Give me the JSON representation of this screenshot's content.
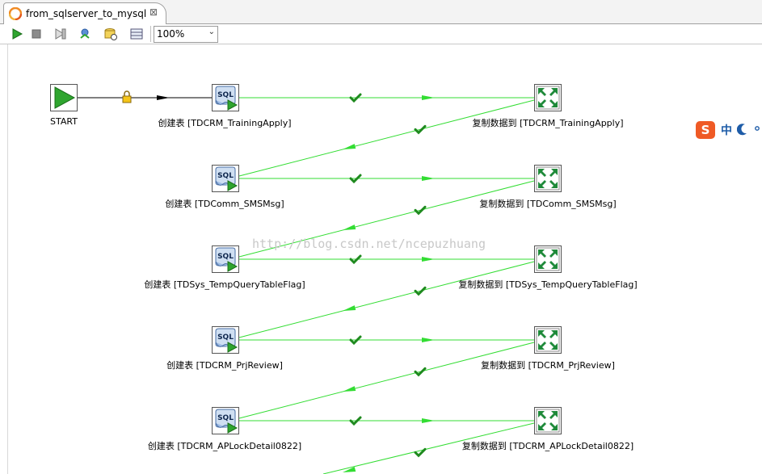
{
  "tab": {
    "title": "from_sqlserver_to_mysql",
    "icon": "transformation-icon",
    "close": "⊠"
  },
  "toolbar": {
    "buttons": [
      "run-icon",
      "stop-icon",
      "preview-icon",
      "debug-icon",
      "check-icon",
      "results-icon"
    ],
    "zoom": "100%"
  },
  "start": {
    "label": "START"
  },
  "rows": [
    {
      "create_label": "创建表 [TDCRM_TrainingApply]",
      "copy_label": "复制数据到 [TDCRM_TrainingApply]"
    },
    {
      "create_label": "创建表 [TDComm_SMSMsg]",
      "copy_label": "复制数据到 [TDComm_SMSMsg]"
    },
    {
      "create_label": "创建表 [TDSys_TempQueryTableFlag]",
      "copy_label": "复制数据到 [TDSys_TempQueryTableFlag]"
    },
    {
      "create_label": "创建表 [TDCRM_PrjReview]",
      "copy_label": "复制数据到 [TDCRM_PrjReview]"
    },
    {
      "create_label": "创建表 [TDCRM_APLockDetail0822]",
      "copy_label": "复制数据到 [TDCRM_APLockDetail0822]"
    }
  ],
  "watermark": "http://blog.csdn.net/ncepuzhuang",
  "ime": {
    "mode": "中",
    "icon": "sogou-ime-icon"
  },
  "colors": {
    "hop_ok": "#33dd33",
    "hop_unconditional": "#000000",
    "check": "#1f8a1f"
  }
}
